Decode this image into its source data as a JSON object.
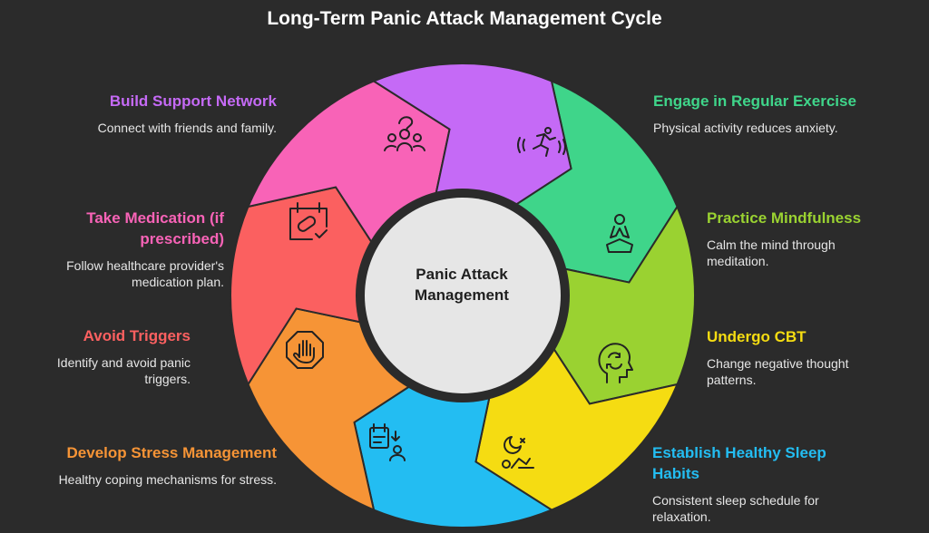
{
  "title": "Long-Term Panic Attack Management Cycle",
  "center": {
    "line1": "Panic Attack",
    "line2": "Management"
  },
  "segments": [
    {
      "name": "Engage in Regular Exercise",
      "description": "Physical activity reduces anxiety.",
      "color": "#3fd58a",
      "icon": "running-person-icon"
    },
    {
      "name": "Practice Mindfulness",
      "description": "Calm the mind through meditation.",
      "color": "#9ad231",
      "icon": "meditation-icon"
    },
    {
      "name": "Undergo CBT",
      "description": "Change negative thought patterns.",
      "color": "#f5dc12",
      "icon": "head-cycle-icon"
    },
    {
      "name": "Establish Healthy Sleep Habits",
      "description": "Consistent sleep schedule for relaxation.",
      "color": "#23bdf2",
      "icon": "sleep-icon"
    },
    {
      "name": "Develop Stress Management",
      "description": "Healthy coping mechanisms for stress.",
      "color": "#f69436",
      "icon": "checklist-person-icon"
    },
    {
      "name": "Avoid Triggers",
      "description": "Identify and avoid panic triggers.",
      "color": "#fb6060",
      "icon": "stop-hand-icon"
    },
    {
      "name": "Take Medication (if prescribed)",
      "description": "Follow healthcare provider's medication plan.",
      "color": "#f863b7",
      "icon": "pill-calendar-icon"
    },
    {
      "name": "Build Support Network",
      "description": "Connect with friends and family.",
      "color": "#c56af6",
      "icon": "group-people-icon"
    }
  ]
}
